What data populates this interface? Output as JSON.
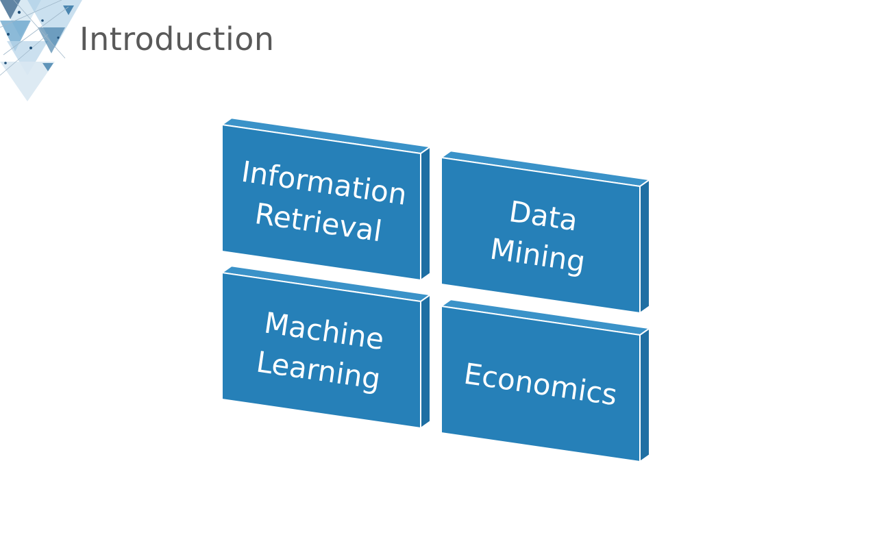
{
  "slide": {
    "title": "Introduction"
  },
  "blocks": [
    {
      "line1": "Information",
      "line2": "Retrieval"
    },
    {
      "line1": "Data",
      "line2": "Mining"
    },
    {
      "line1": "Machine",
      "line2": "Learning"
    },
    {
      "line1": "Economics",
      "line2": ""
    }
  ],
  "colors": {
    "block_face": "#2680b8",
    "block_side": "#1f6fa3",
    "block_top": "#3a92c8",
    "title_text": "#595959"
  }
}
